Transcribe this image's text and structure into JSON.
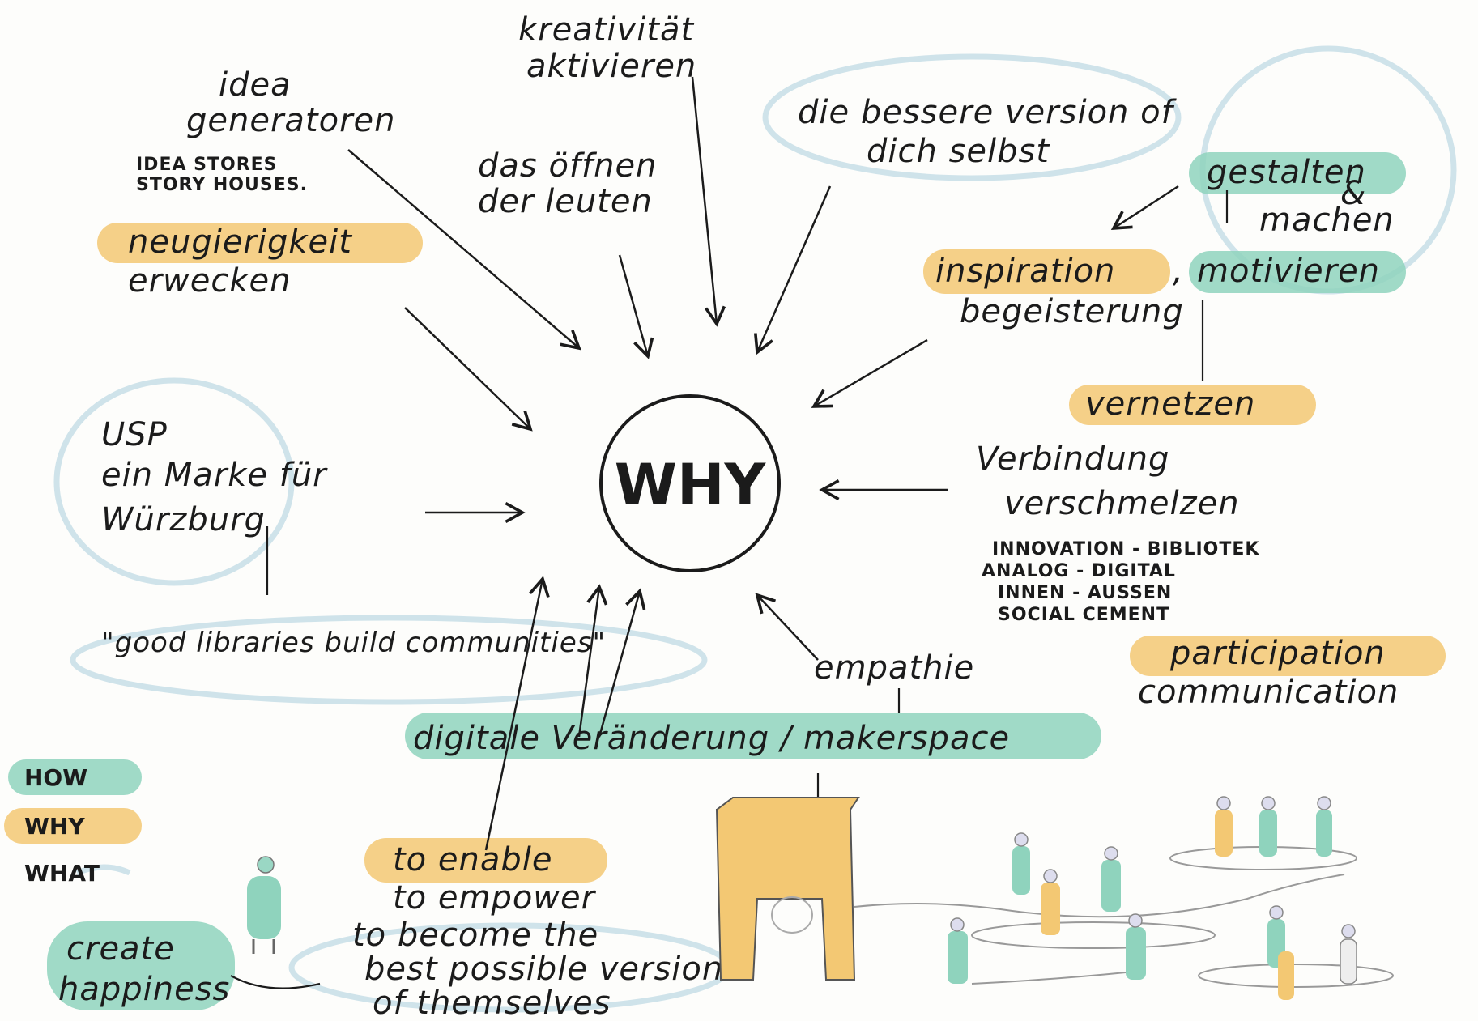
{
  "center": {
    "label": "WHY"
  },
  "colors": {
    "how": "#8fd3bd",
    "why": "#f3c873",
    "what": "#d8e8ee",
    "ink": "#1b1b1b"
  },
  "legend": {
    "how": "HOW",
    "why": "WHY",
    "what": "WHAT"
  },
  "nodes": {
    "kreativitaet_1": "kreativität",
    "kreativitaet_2": "aktivieren",
    "idea_1": "idea",
    "idea_2": "generatoren",
    "idea_stores_1": "IDEA STORES",
    "idea_stores_2": "STORY HOUSES.",
    "neugierigkeit": "neugierigkeit",
    "erwecken": "erwecken",
    "oeffnen_1": "das öffnen",
    "oeffnen_2": "der leuten",
    "bessere_1": "die bessere version of",
    "bessere_2": "dich selbst",
    "gestalten": "gestalten",
    "und": "&",
    "machen": "machen",
    "inspiration": "inspiration",
    "comma": ",",
    "motivieren": "motivieren",
    "begeisterung": "begeisterung",
    "vernetzen": "vernetzen",
    "verbindung": "Verbindung",
    "verschmelzen": "verschmelzen",
    "innovation_1": "INNOVATION - BIBLIOTEK",
    "innovation_2": "ANALOG - DIGITAL",
    "innovation_3": "INNEN - AUSSEN",
    "innovation_4": "SOCIAL CEMENT",
    "usp_1": "USP",
    "usp_2": "ein Marke für",
    "usp_3": "Würzburg",
    "good_libraries": "\"good libraries build communities\"",
    "empathie": "empathie",
    "participation": "participation",
    "communication": "communication",
    "digitale": "digitale Veränderung / makerspace",
    "to_enable": "to enable",
    "to_empower": "to empower",
    "to_become_1": "to become the",
    "to_become_2": "best possible version",
    "to_become_3": "of themselves",
    "create": "create",
    "happiness": "happiness"
  }
}
